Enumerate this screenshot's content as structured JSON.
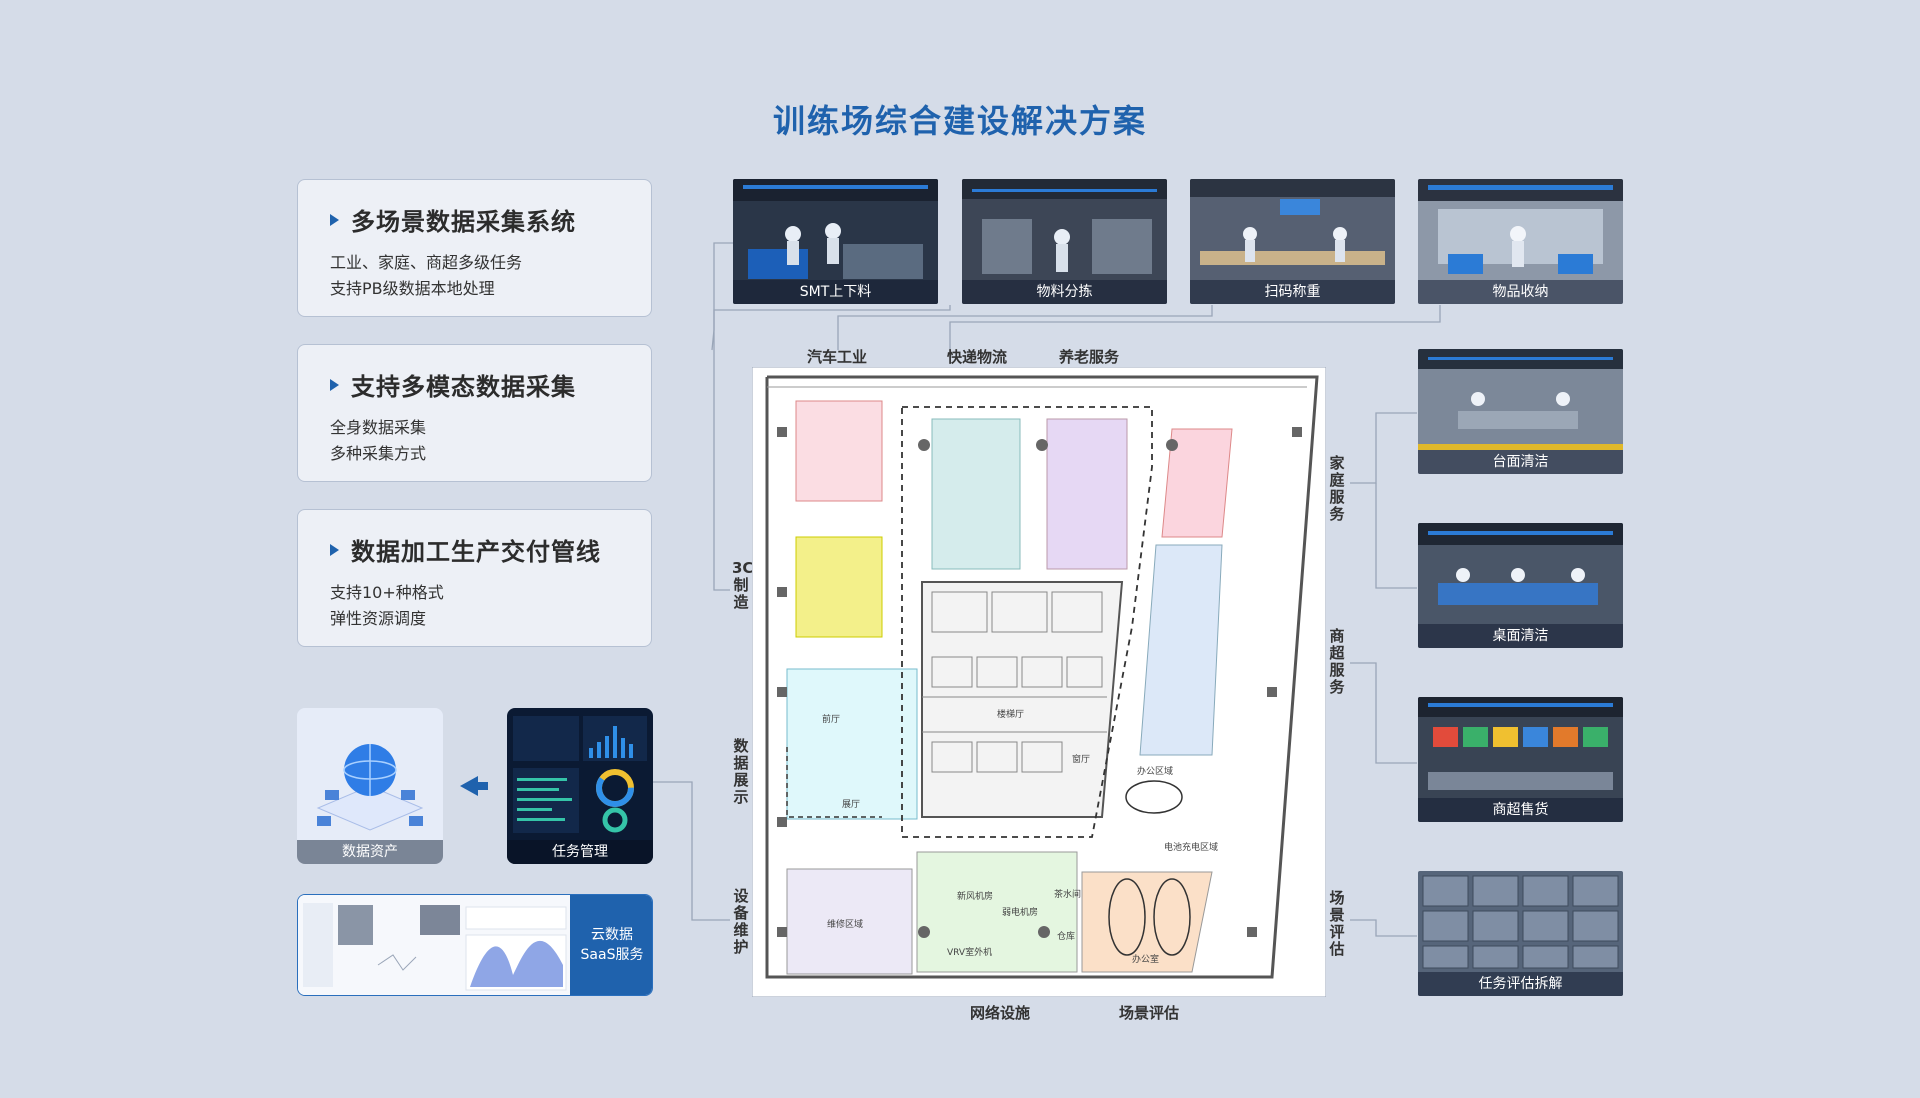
{
  "page": {
    "title": "训练场综合建设解决方案"
  },
  "features": [
    {
      "title": "多场景数据采集系统",
      "lines": [
        "工业、家庭、商超多级任务",
        "支持PB级数据本地处理"
      ]
    },
    {
      "title": "支持多模态数据采集",
      "lines": [
        "全身数据采集",
        "多种采集方式"
      ]
    },
    {
      "title": "数据加工生产交付管线",
      "lines": [
        "支持10+种格式",
        "弹性资源调度"
      ]
    }
  ],
  "top_photos": [
    "SMT上下料",
    "物料分拣",
    "扫码称重",
    "物品收纳"
  ],
  "right_photos": [
    "台面清洁",
    "桌面清洁",
    "商超售货",
    "任务评估拆解"
  ],
  "zones": {
    "top": [
      "汽车工业",
      "快递物流",
      "养老服务"
    ],
    "left": [
      "3C制造",
      "数据展示",
      "设备维护"
    ],
    "right": [
      "家庭服务",
      "商超服务",
      "场景评估"
    ],
    "bottom": [
      "网络设施",
      "场景评估"
    ]
  },
  "floor_plan": {
    "rooms": [
      "展厅",
      "维修区域",
      "办公区域",
      "办公室",
      "电池充电区域",
      "新风机房",
      "弱电机房",
      "茶水间",
      "仓库",
      "VRV室外机",
      "楼梯厅",
      "前厅",
      "窗厅"
    ]
  },
  "tiles": {
    "asset": "数据资产",
    "task": "任务管理",
    "cloud_line1": "云数据",
    "cloud_line2": "SaaS服务"
  },
  "colors": {
    "accent": "#1f62ad",
    "background": "#d5dce8"
  }
}
